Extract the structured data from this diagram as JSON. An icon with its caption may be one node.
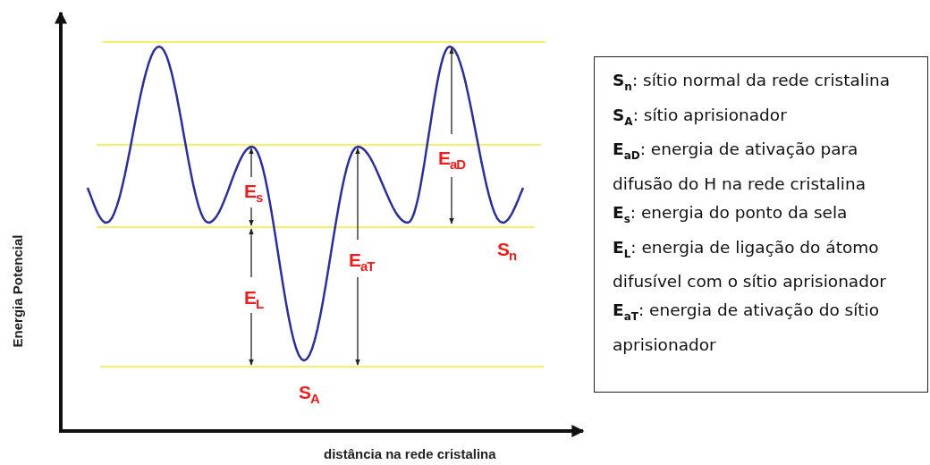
{
  "diagram": {
    "nodes": [
      {
        "text": [
          "**S$_{n}$**: sítio normal da rede cristalina",
          "**S$_{A}$**: sítio aprisionador",
          "**E$_{aD}$**: energia de ativação para difusão do H na rede cristalina",
          "**E$_{s}$**: energia do ponto da sela",
          "**E$_{L}$**: energia de ligação do átomo difusível com o sítio aprisionador",
          "**E$_{aT}$**: energia de ativação do sítio aprisionador"
        ]
      }
    ],
    "labels": [
      "Energia Potencial",
      "E$_{aD}$",
      "E$_{s}$",
      "S$_{n}$",
      "E$_{aT}$",
      "E$_{L}$",
      "S$_{A}$",
      "distância na rede cristalina"
    ]
  }
}
